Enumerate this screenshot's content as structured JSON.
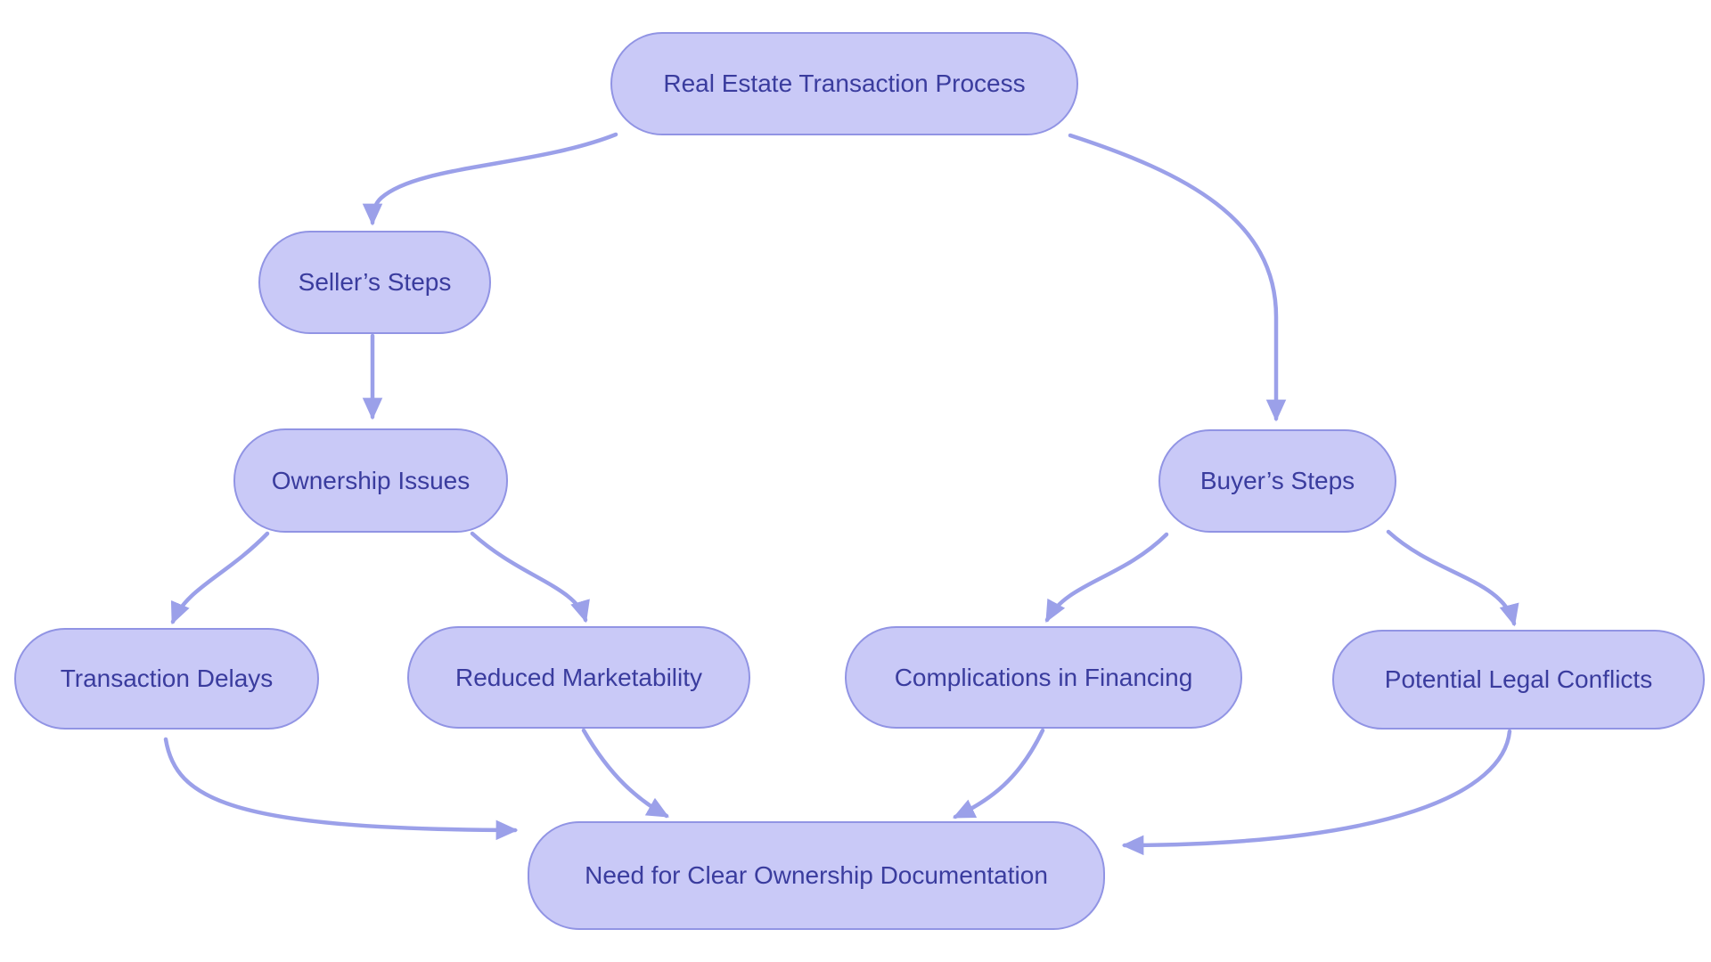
{
  "diagram": {
    "type": "flowchart",
    "direction": "top-down",
    "colors": {
      "bg": "#ffffff",
      "node_fill": "#c9c9f7",
      "node_border": "#9194e4",
      "text_color": "#3a3c9e",
      "arrow_color": "#9ba0e9"
    },
    "nodes": [
      {
        "id": "real-estate-transaction-process",
        "label": "Real Estate Transaction Process"
      },
      {
        "id": "sellers-steps",
        "label": "Seller’s Steps"
      },
      {
        "id": "ownership-issues",
        "label": "Ownership Issues"
      },
      {
        "id": "buyers-steps",
        "label": "Buyer’s Steps"
      },
      {
        "id": "transaction-delays",
        "label": "Transaction Delays"
      },
      {
        "id": "reduced-marketability",
        "label": "Reduced Marketability"
      },
      {
        "id": "complications-in-financing",
        "label": "Complications in Financing"
      },
      {
        "id": "potential-legal-conflicts",
        "label": "Potential Legal Conflicts"
      },
      {
        "id": "need-for-clear-ownership-documentation",
        "label": "Need for Clear Ownership Documentation"
      }
    ],
    "edges": [
      {
        "from": "real-estate-transaction-process",
        "to": "sellers-steps"
      },
      {
        "from": "real-estate-transaction-process",
        "to": "buyers-steps"
      },
      {
        "from": "sellers-steps",
        "to": "ownership-issues"
      },
      {
        "from": "ownership-issues",
        "to": "transaction-delays"
      },
      {
        "from": "ownership-issues",
        "to": "reduced-marketability"
      },
      {
        "from": "buyers-steps",
        "to": "complications-in-financing"
      },
      {
        "from": "buyers-steps",
        "to": "potential-legal-conflicts"
      },
      {
        "from": "transaction-delays",
        "to": "need-for-clear-ownership-documentation"
      },
      {
        "from": "reduced-marketability",
        "to": "need-for-clear-ownership-documentation"
      },
      {
        "from": "complications-in-financing",
        "to": "need-for-clear-ownership-documentation"
      },
      {
        "from": "potential-legal-conflicts",
        "to": "need-for-clear-ownership-documentation"
      }
    ]
  }
}
